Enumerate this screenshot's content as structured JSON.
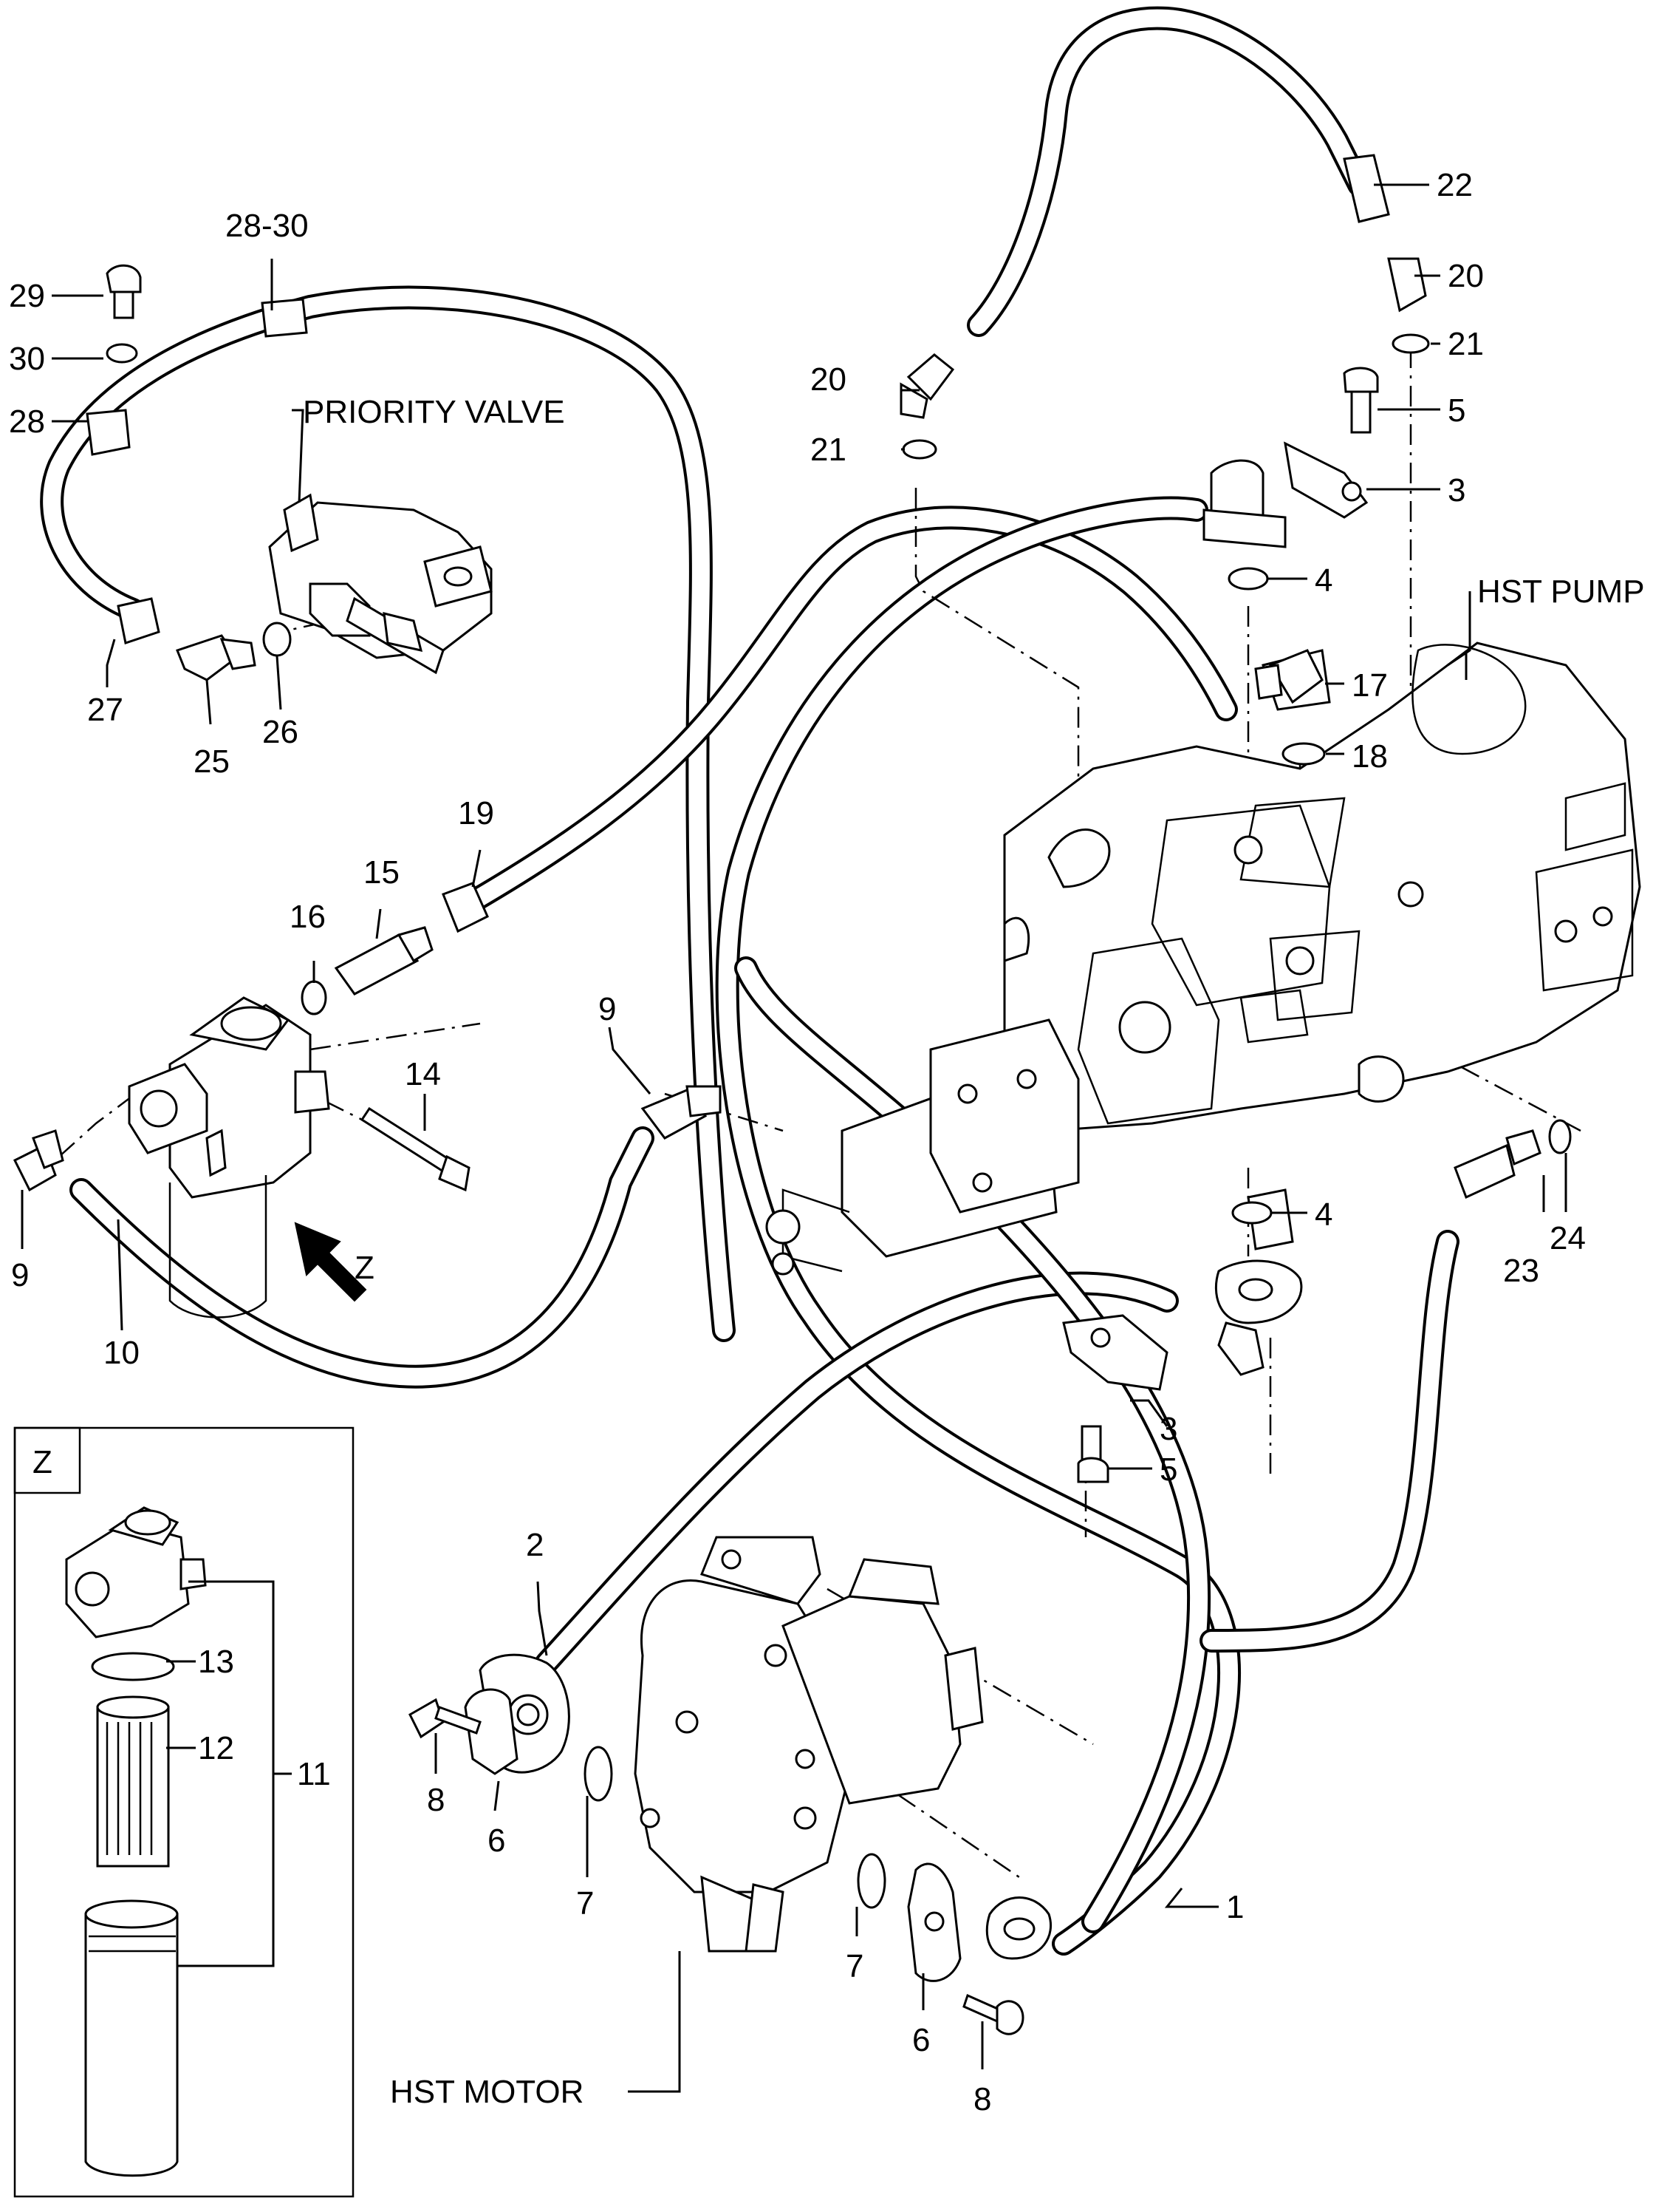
{
  "callouts": {
    "c1": "1",
    "c2": "2",
    "c3a": "3",
    "c3b": "3",
    "c4a": "4",
    "c4b": "4",
    "c5a": "5",
    "c5b": "5",
    "c6a": "6",
    "c6b": "6",
    "c7a": "7",
    "c7b": "7",
    "c8a": "8",
    "c8b": "8",
    "c9a": "9",
    "c9b": "9",
    "c10": "10",
    "c11": "11",
    "c12": "12",
    "c13": "13",
    "c14": "14",
    "c15": "15",
    "c16": "16",
    "c17": "17",
    "c18": "18",
    "c19": "19",
    "c20a": "20",
    "c20b": "20",
    "c21a": "21",
    "c21b": "21",
    "c22": "22",
    "c23": "23",
    "c24": "24",
    "c25": "25",
    "c26": "26",
    "c27": "27",
    "c28": "28",
    "c28_30": "28-30",
    "c29": "29",
    "c30": "30"
  },
  "components": {
    "priority_valve": "PRIORITY VALVE",
    "hst_pump": "HST PUMP",
    "hst_motor": "HST MOTOR"
  },
  "view": {
    "arrow_label": "Z",
    "inset_label": "Z"
  }
}
